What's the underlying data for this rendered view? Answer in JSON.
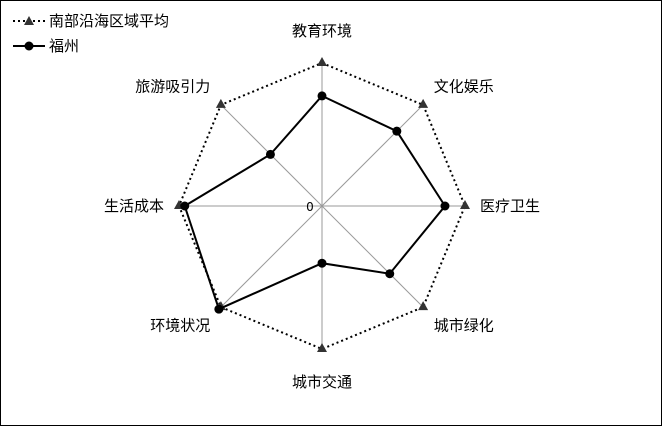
{
  "chart_data": {
    "type": "radar",
    "axes": [
      "教育环境",
      "文化娱乐",
      "医疗卫生",
      "城市绿化",
      "城市交通",
      "环境状况",
      "生活成本",
      "旅游吸引力"
    ],
    "center_label": "0",
    "rmax": 100,
    "series": [
      {
        "name": "南部沿海区域平均",
        "style": "dotted",
        "marker": "triangle",
        "color": "#000000",
        "values": [
          100,
          100,
          100,
          100,
          100,
          100,
          100,
          100
        ]
      },
      {
        "name": "福州",
        "style": "solid",
        "marker": "circle",
        "color": "#000000",
        "values": [
          77,
          74,
          86,
          67,
          40,
          102,
          96,
          51
        ]
      }
    ],
    "legend_position": "top-left",
    "grid": "spokes"
  }
}
